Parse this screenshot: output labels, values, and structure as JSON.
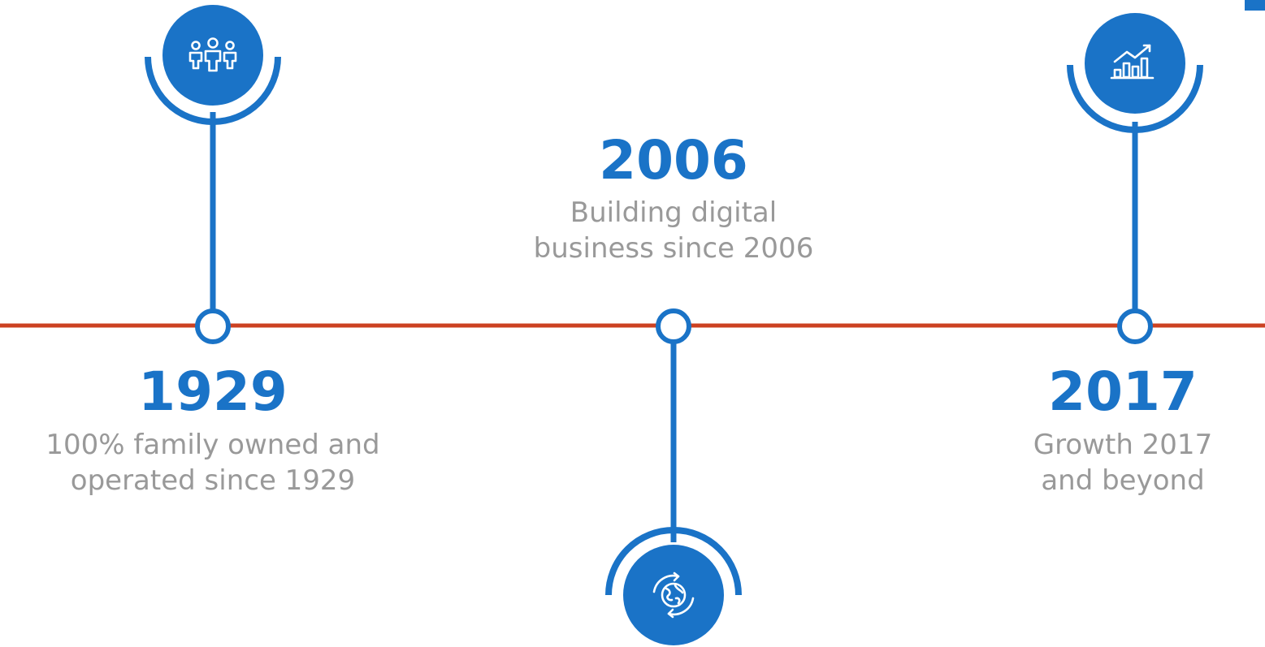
{
  "colors": {
    "primary": "#1a73c7",
    "line": "#cc4122",
    "text_muted": "#999999",
    "background": "#ffffff"
  },
  "milestones": [
    {
      "year": "1929",
      "description_lines": [
        "100% family owned and",
        "operated since 1929"
      ],
      "icon": "people-group-icon",
      "icon_position": "above"
    },
    {
      "year": "2006",
      "description_lines": [
        "Building digital",
        "business since 2006"
      ],
      "icon": "globe-refresh-icon",
      "icon_position": "below"
    },
    {
      "year": "2017",
      "description_lines": [
        "Growth 2017",
        "and beyond"
      ],
      "icon": "growth-chart-icon",
      "icon_position": "above"
    }
  ]
}
